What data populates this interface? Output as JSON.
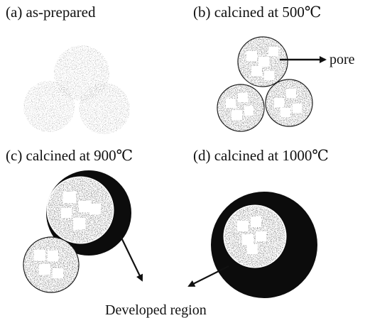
{
  "panels": {
    "a": {
      "label": "(a) as-prepared"
    },
    "b": {
      "label": "(b) calcined at 500℃"
    },
    "c": {
      "label": "(c) calcined at 900℃"
    },
    "d": {
      "label": "(d) calcined at 1000℃"
    }
  },
  "annotations": {
    "pore": "pore",
    "developed_region": "Developed region"
  },
  "colors": {
    "ink": "#111111",
    "speckle": "#6a6a6a",
    "dark_shell": "#0c0c0c",
    "background": "#ffffff"
  }
}
